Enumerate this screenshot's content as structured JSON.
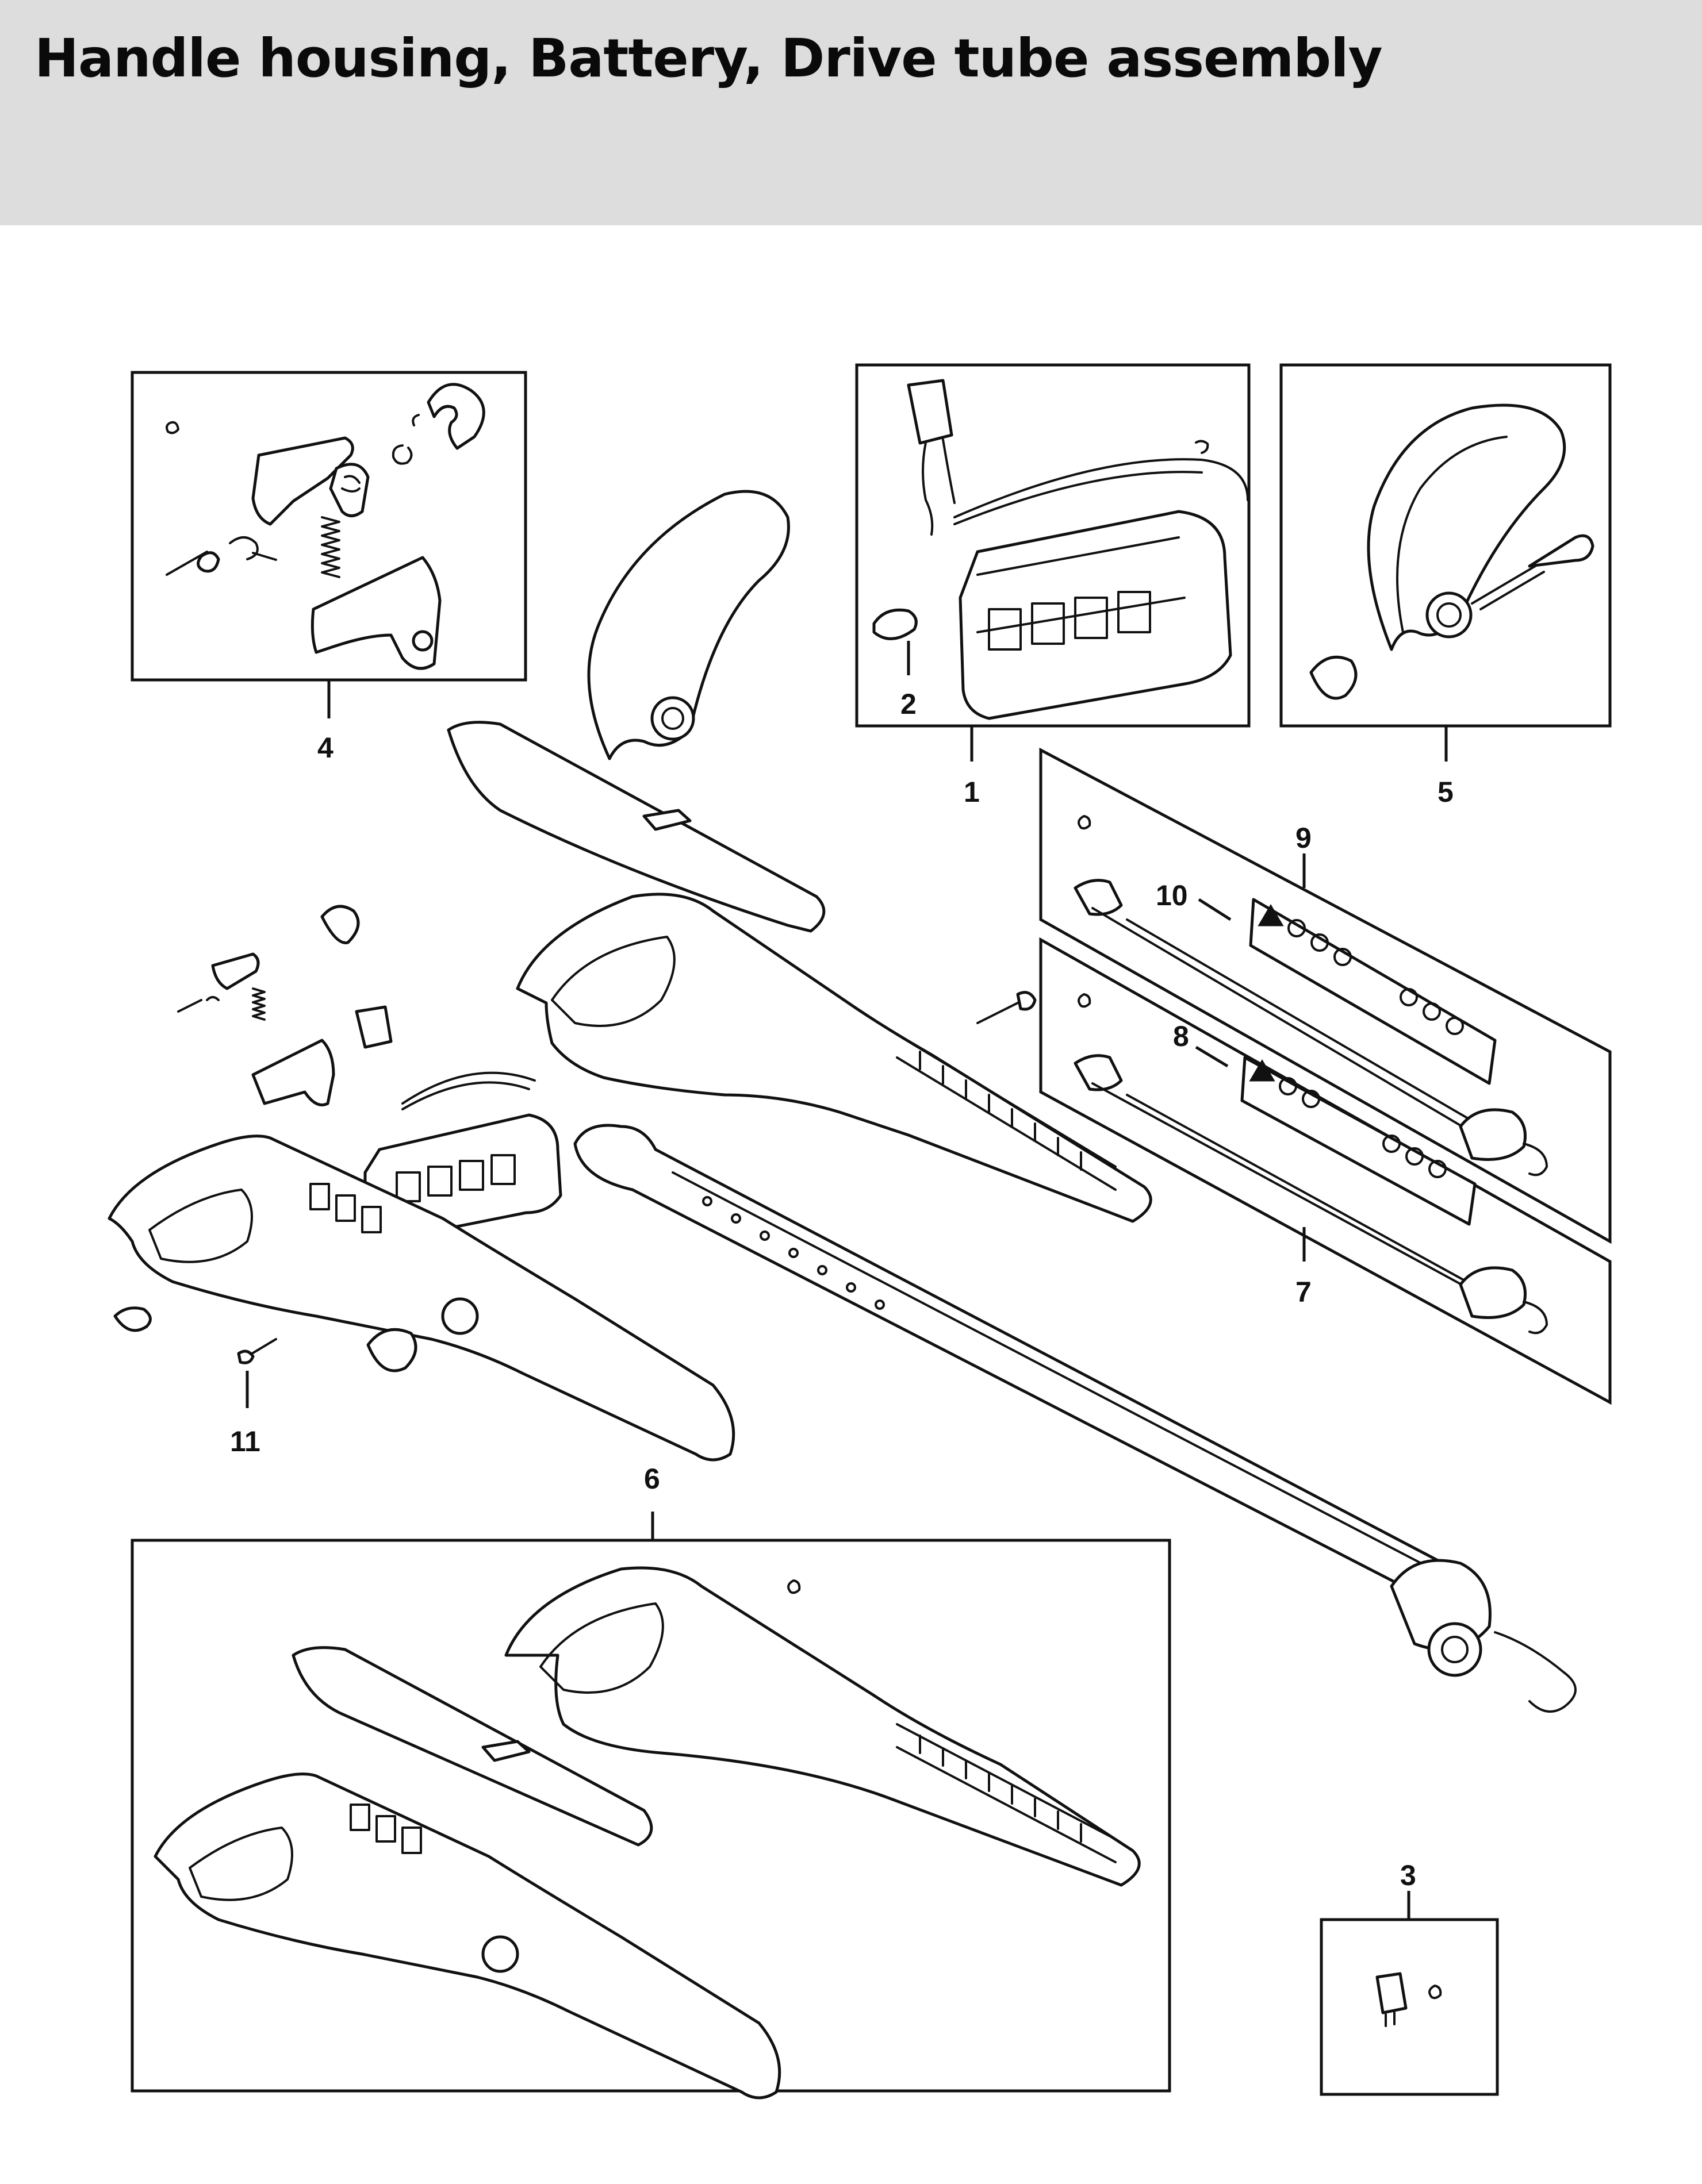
{
  "title": "Handle housing, Battery, Drive tube assembly",
  "callouts": {
    "c1": "1",
    "c2": "2",
    "c3": "3",
    "c4": "4",
    "c5": "5",
    "c6": "6",
    "c7": "7",
    "c8": "8",
    "c9": "9",
    "c10": "10",
    "c11": "11"
  }
}
